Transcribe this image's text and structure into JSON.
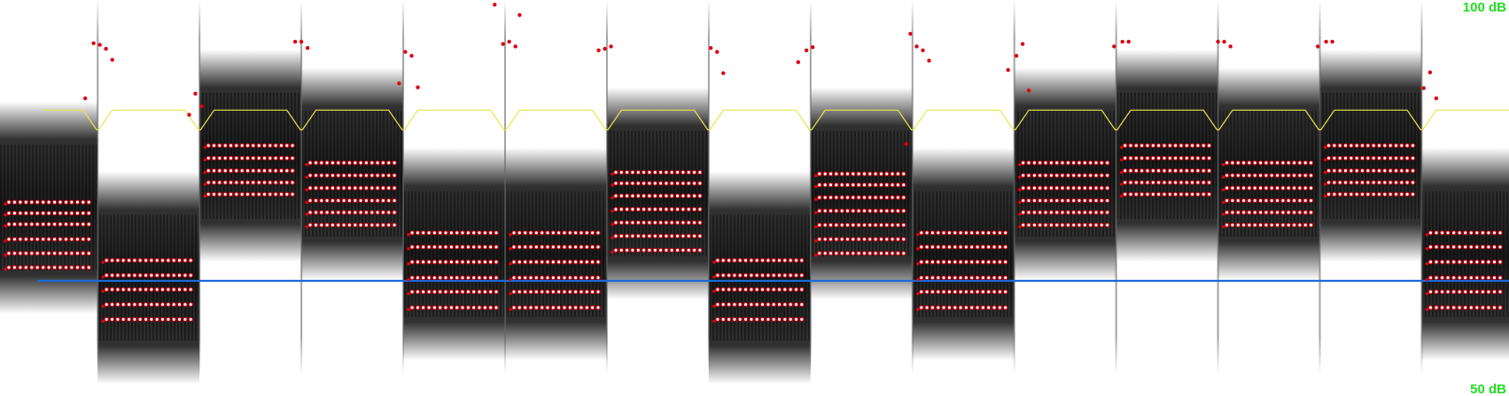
{
  "chart_data": {
    "type": "scatter",
    "title": "",
    "xlabel": "",
    "ylabel": "",
    "y_unit": "dB",
    "ylim": [
      50,
      100
    ],
    "y_top_label": "100 dB",
    "y_bottom_label": "50 dB",
    "grid": false,
    "legend": "none",
    "colors": {
      "axis_label": "#22dd22",
      "points": "#dd0011",
      "envelope": "#e6e64a",
      "baseline": "#1a6ad8",
      "band": "#1a1a1a"
    },
    "baseline_db": 64.3,
    "envelope_db": {
      "high": 86.0,
      "low": 83.5
    },
    "segments": [
      {
        "start": 0,
        "end": 4.7,
        "mean_db": 73.6,
        "rows_db": [
          74.3,
          72.9,
          71.5,
          69.6,
          67.8,
          66.0
        ]
      },
      {
        "start": 4.7,
        "end": 9.6,
        "mean_db": 64.7,
        "rows_db": [
          66.9,
          65.0,
          63.2,
          61.3,
          59.4
        ]
      },
      {
        "start": 9.6,
        "end": 14.5,
        "mean_db": 80.2,
        "rows_db": [
          81.5,
          79.9,
          78.3,
          76.8,
          75.3
        ]
      },
      {
        "start": 14.5,
        "end": 19.4,
        "mean_db": 77.9,
        "rows_db": [
          79.3,
          77.7,
          76.1,
          74.5,
          73.0,
          71.4
        ]
      },
      {
        "start": 19.4,
        "end": 24.3,
        "mean_db": 67.7,
        "rows_db": [
          70.4,
          68.6,
          66.7,
          64.7,
          62.9,
          60.9
        ]
      },
      {
        "start": 24.3,
        "end": 29.2,
        "mean_db": 67.7,
        "rows_db": [
          70.4,
          68.6,
          66.7,
          64.7,
          62.9,
          60.9
        ]
      },
      {
        "start": 29.2,
        "end": 34.1,
        "mean_db": 75.4,
        "rows_db": [
          78.1,
          76.7,
          75.1,
          73.4,
          71.7,
          70.0,
          68.2
        ]
      },
      {
        "start": 34.1,
        "end": 39.0,
        "mean_db": 64.7,
        "rows_db": [
          66.9,
          65.0,
          63.2,
          61.3,
          59.4
        ]
      },
      {
        "start": 39.0,
        "end": 43.9,
        "mean_db": 75.4,
        "rows_db": [
          77.9,
          76.5,
          74.9,
          73.2,
          71.4,
          69.6,
          67.8
        ]
      },
      {
        "start": 43.9,
        "end": 48.8,
        "mean_db": 67.7,
        "rows_db": [
          70.4,
          68.6,
          66.7,
          64.7,
          62.9,
          60.9
        ]
      },
      {
        "start": 48.8,
        "end": 53.7,
        "mean_db": 77.9,
        "rows_db": [
          79.3,
          77.7,
          76.1,
          74.5,
          73.0,
          71.4
        ]
      },
      {
        "start": 53.7,
        "end": 58.6,
        "mean_db": 80.2,
        "rows_db": [
          81.5,
          79.9,
          78.3,
          76.8,
          75.3
        ]
      },
      {
        "start": 58.6,
        "end": 63.5,
        "mean_db": 77.9,
        "rows_db": [
          79.3,
          77.7,
          76.1,
          74.5,
          73.0,
          71.4
        ]
      },
      {
        "start": 63.5,
        "end": 68.4,
        "mean_db": 80.2,
        "rows_db": [
          81.5,
          79.9,
          78.3,
          76.8,
          75.3
        ]
      },
      {
        "start": 68.4,
        "end": 72.6,
        "mean_db": 67.7,
        "rows_db": [
          70.4,
          68.6,
          66.7,
          64.7,
          62.9,
          60.9
        ]
      }
    ],
    "outlier_points": [
      [
        4.5,
        94.5
      ],
      [
        4.8,
        94.3
      ],
      [
        5.1,
        93.8
      ],
      [
        5.4,
        92.4
      ],
      [
        4.1,
        87.5
      ],
      [
        14.2,
        94.7
      ],
      [
        14.5,
        94.7
      ],
      [
        14.8,
        93.9
      ],
      [
        9.4,
        88.1
      ],
      [
        9.7,
        86.5
      ],
      [
        9.1,
        85.4
      ],
      [
        19.5,
        93.4
      ],
      [
        19.8,
        92.9
      ],
      [
        20.1,
        88.9
      ],
      [
        19.2,
        89.4
      ],
      [
        23.8,
        99.4
      ],
      [
        25.0,
        98.1
      ],
      [
        24.2,
        94.4
      ],
      [
        24.5,
        94.7
      ],
      [
        24.8,
        94.1
      ],
      [
        28.8,
        93.6
      ],
      [
        29.1,
        93.8
      ],
      [
        29.4,
        94.1
      ],
      [
        34.2,
        93.9
      ],
      [
        34.5,
        93.4
      ],
      [
        34.8,
        90.7
      ],
      [
        38.4,
        92.1
      ],
      [
        38.8,
        93.6
      ],
      [
        39.1,
        94.0
      ],
      [
        43.8,
        95.7
      ],
      [
        44.1,
        94.1
      ],
      [
        44.4,
        93.6
      ],
      [
        44.7,
        92.3
      ],
      [
        48.5,
        91.1
      ],
      [
        48.9,
        92.9
      ],
      [
        49.2,
        94.4
      ],
      [
        49.5,
        88.5
      ],
      [
        43.6,
        81.7
      ],
      [
        53.6,
        94.1
      ],
      [
        54.0,
        94.7
      ],
      [
        54.3,
        94.7
      ],
      [
        58.6,
        94.7
      ],
      [
        58.9,
        94.7
      ],
      [
        59.2,
        94.1
      ],
      [
        63.4,
        94.1
      ],
      [
        63.8,
        94.7
      ],
      [
        64.1,
        94.7
      ],
      [
        68.5,
        88.8
      ],
      [
        68.8,
        90.8
      ],
      [
        69.1,
        87.5
      ]
    ]
  }
}
